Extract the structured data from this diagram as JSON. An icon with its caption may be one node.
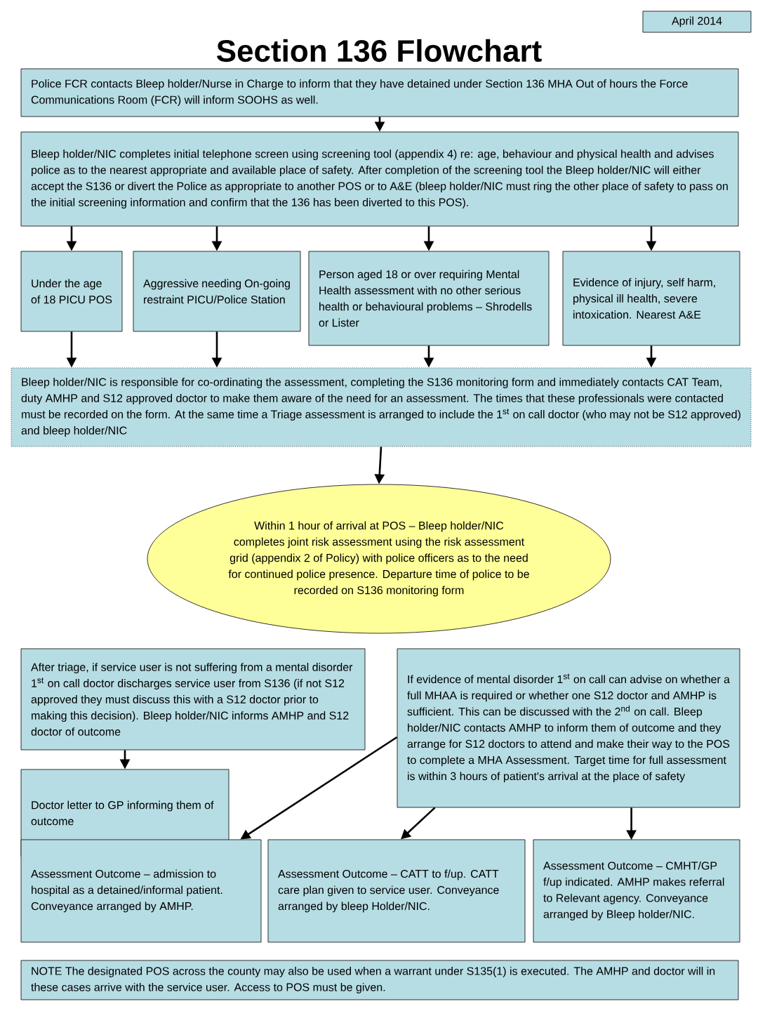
{
  "diagram": {
    "title": "Section 136 Flowchart",
    "nodes": [
      {
        "text": [
          "April 2014"
        ]
      },
      {
        "text": [
          "Police FCR contacts Bleep holder/Nurse in Charge to inform that they have detained under Section 136 MHA Out of hours the Force Communications Room (FCR) will inform SOOHS as well."
        ]
      },
      {
        "text": [
          "Bleep holder/NIC completes initial telephone screen using screening tool (appendix 4) re: age, behaviour and physical health and advises police as to the nearest appropriate and available place of safety. After completion of the screening tool the Bleep holder/NIC will either accept the S136 or divert the Police as appropriate to another POS or to A&E (bleep holder/NIC must ring the other place of safety to pass on the initial screening information and confirm that the 136 has been diverted to this POS)."
        ]
      },
      {
        "text": [
          "Under the age of 18 PICU POS"
        ]
      },
      {
        "text": [
          "Aggressive needing On-going restraint PICU/Police Station"
        ]
      },
      {
        "text": [
          "Person aged 18 or over requiring Mental Health assessment with no other serious health or behavioural problems – Shrodells or Lister"
        ]
      },
      {
        "text": [
          "Evidence of injury, self harm, physical ill health, severe intoxication. Nearest A&E"
        ]
      },
      {
        "text": [
          "Bleep holder/NIC is responsible for co-ordinating the assessment, completing the S136 monitoring form and immediately contacts CAT Team, duty AMHP and S12 approved doctor to make them aware of the need for an assessment. The times that these professionals were contacted must be recorded on the form. At the same time a Triage assessment is arranged to include the 1$^{st}$ on call doctor (who may not be S12 approved) and bleep holder/NIC"
        ]
      },
      {
        "text": [
          "Within 1 hour of arrival at POS – Bleep holder/NIC completes joint risk assessment using the risk assessment grid (appendix 2 of Policy) with police officers as to the need for continued police presence. Departure time of police to be recorded on S136 monitoring form"
        ]
      },
      {
        "text": [
          "After triage, if service user is not suffering from a mental disorder 1$^{st}$ on call doctor discharges service user from S136 (if not S12 approved they must discuss this with a S12 doctor prior to making this decision). Bleep holder/NIC informs AMHP and S12 doctor of outcome"
        ]
      },
      {
        "text": [
          "Doctor letter to GP informing them of outcome"
        ]
      },
      {
        "text": [
          "If evidence of mental disorder 1$^{st}$ on call can advise on whether a full MHAA is required or whether one S12 doctor and AMHP is sufficient. This can be discussed with the 2$^{nd}$ on call. Bleep holder/NIC contacts AMHP to inform them of outcome and they arrange for S12 doctors to attend and make their way to the POS to complete a MHA Assessment. Target time for full assessment is within 3 hours of patient's arrival at the place of safety"
        ]
      },
      {
        "text": [
          "Assessment Outcome – admission to hospital as a detained/informal patient. Conveyance arranged by AMHP."
        ]
      },
      {
        "text": [
          "Assessment Outcome – CATT to f/up. CATT care plan given to service user. Conveyance arranged by bleep Holder/NIC."
        ]
      },
      {
        "text": [
          "Assessment Outcome – CMHT/GP f/up indicated. AMHP makes referral to Relevant agency. Conveyance arranged by Bleep holder/NIC."
        ]
      },
      {
        "text": [
          "NOTE The designated POS across the county may also be used when a warrant under S135(1) is executed. The AMHP and doctor will in these cases arrive with the service user. Access to POS must be given."
        ]
      }
    ],
    "edges": [
      {
        "from": 1,
        "to": 2,
        "arrow": "to"
      },
      {
        "from": 2,
        "to": 3,
        "arrow": "to"
      },
      {
        "from": 2,
        "to": 4,
        "arrow": "to"
      },
      {
        "from": 2,
        "to": 5,
        "arrow": "to"
      },
      {
        "from": 2,
        "to": 6,
        "arrow": "to"
      },
      {
        "from": 3,
        "to": 7,
        "arrow": "to"
      },
      {
        "from": 4,
        "to": 7,
        "arrow": "to"
      },
      {
        "from": 5,
        "to": 7,
        "arrow": "to"
      },
      {
        "from": 6,
        "to": 7,
        "arrow": "to"
      },
      {
        "from": 7,
        "to": 8,
        "arrow": "to"
      },
      {
        "from": 9,
        "to": 10,
        "arrow": "to"
      },
      {
        "from": 11,
        "to": 12,
        "arrow": "to"
      },
      {
        "from": 11,
        "to": 13,
        "arrow": "to"
      },
      {
        "from": 11,
        "to": 14,
        "arrow": "to"
      }
    ]
  }
}
